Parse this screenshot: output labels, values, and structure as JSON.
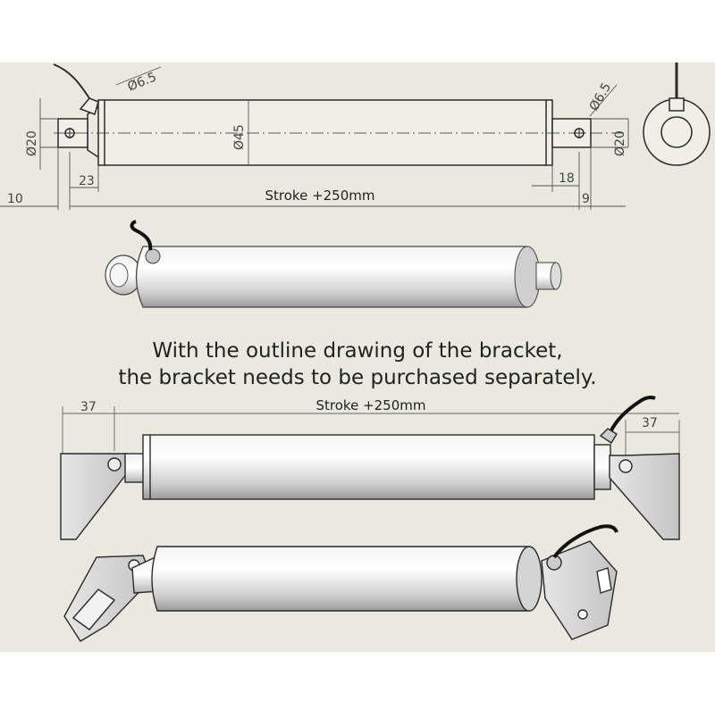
{
  "dims": {
    "top_stroke": "Stroke +250mm",
    "phi_6_5_left": "Ø6.5",
    "phi_6_5_right": "Ø6.5",
    "phi_20_left": "Ø20",
    "phi_20_right": "Ø20",
    "phi_45": "Ø45",
    "d23": "23",
    "d10": "10",
    "d18": "18",
    "d9": "9",
    "bottom_stroke": "Stroke +250mm",
    "d37_left": "37",
    "d37_right": "37"
  },
  "caption": {
    "line1": "With the outline drawing of the bracket,",
    "line2": "the bracket needs to be purchased separately."
  },
  "colors": {
    "background": "#ffffff",
    "panel": "#e9e9e0",
    "line": "#2a2a2a",
    "dim_line": "#555555",
    "metal": "#d8d8d8"
  }
}
